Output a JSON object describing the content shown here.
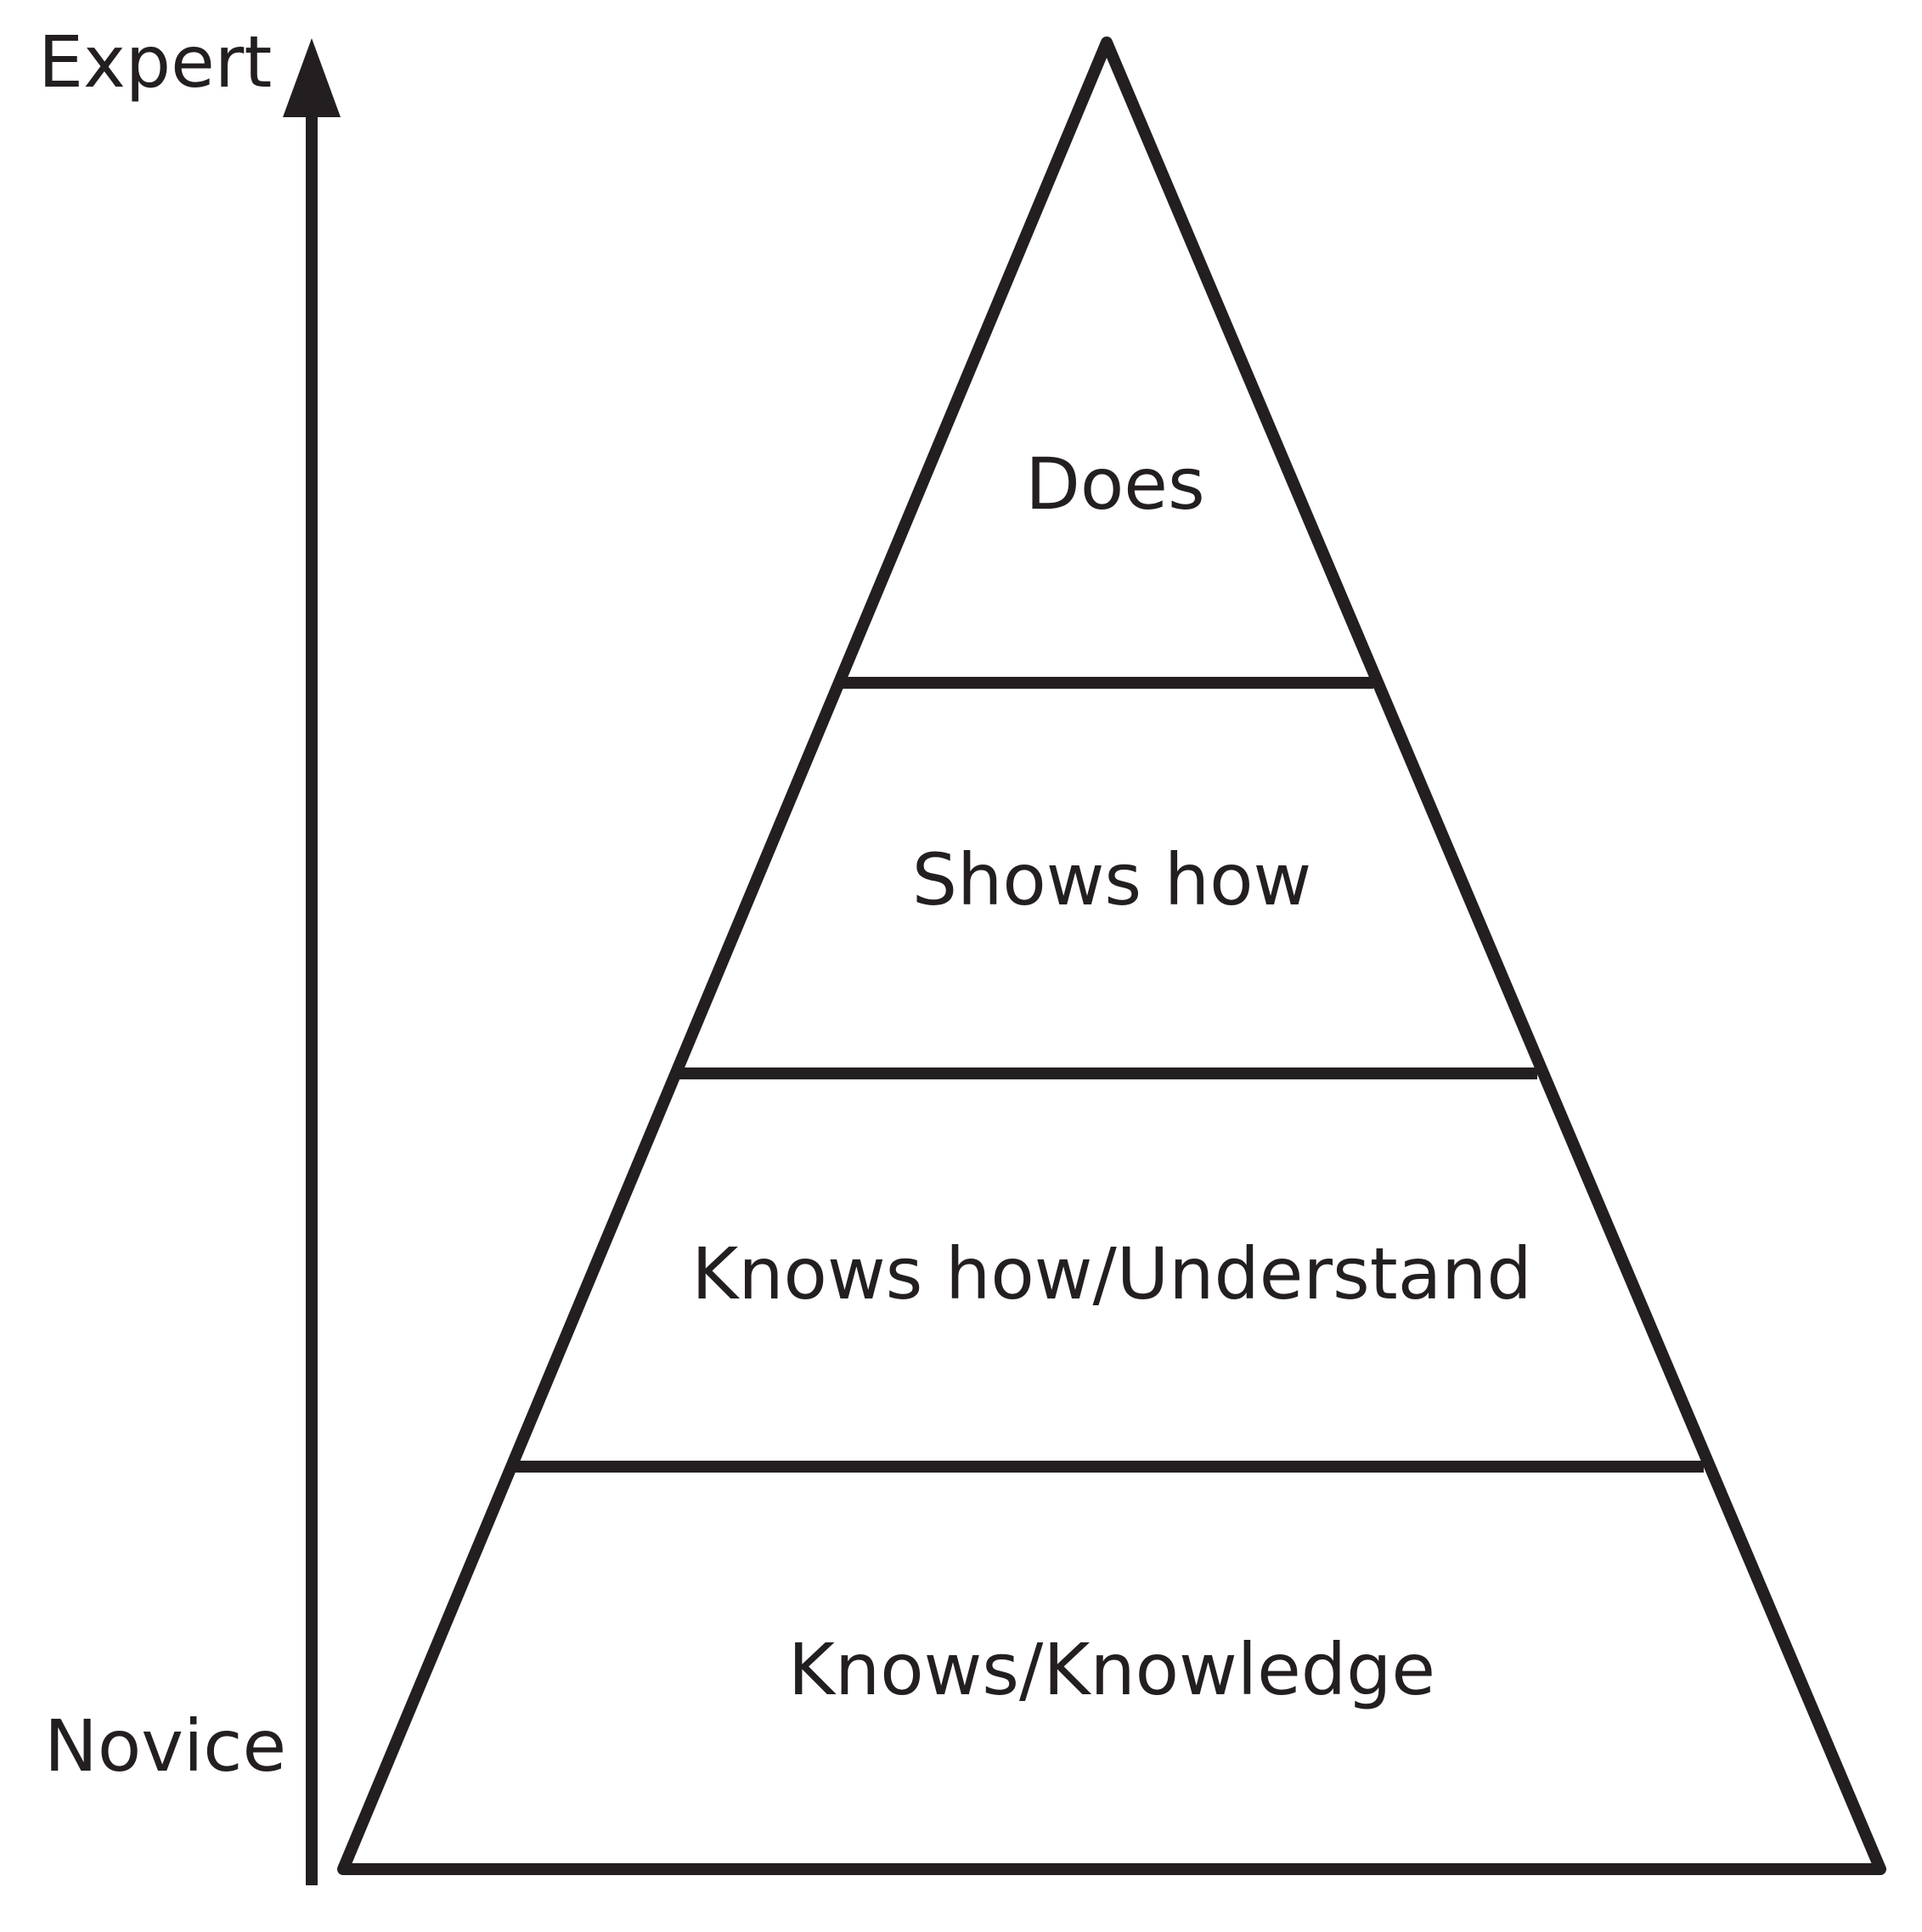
{
  "axis": {
    "top_label": "Expert",
    "bottom_label": "Novice"
  },
  "pyramid": {
    "tiers": [
      {
        "label": "Does"
      },
      {
        "label": "Shows how"
      },
      {
        "label": "Knows how/Understand"
      },
      {
        "label": "Knows/Knowledge"
      }
    ]
  },
  "colors": {
    "ink": "#231f20",
    "background": "#ffffff"
  }
}
